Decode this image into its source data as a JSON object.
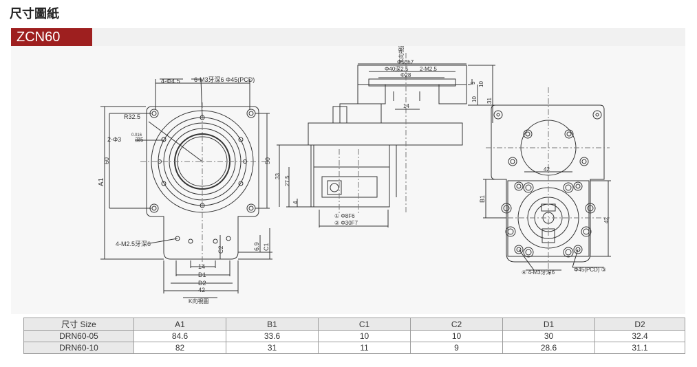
{
  "heading": "尺寸圖紙",
  "model": "ZCN60",
  "drawing": {
    "front": {
      "hole_spec": "4-Φ4.5",
      "thread_spec": "6-M3牙深6 Φ45(PCD)",
      "radius": "R32.5",
      "pin_spec": "2-Φ3",
      "pin_tol": "0.016",
      "pin_depth": "深5",
      "dim_60": "60",
      "dim_50": "50",
      "dim_a1": "A1",
      "bottom_thread": "4-M2.5牙深6",
      "dim_c2": "C2",
      "dim_69": "6.9",
      "dim_c1": "C1",
      "dim_14": "14",
      "dim_d1": "D1",
      "dim_d2": "D2",
      "dim_42": "42",
      "view_label": "K向視圖"
    },
    "side": {
      "k_view": "K向視圖",
      "phi50": "Φ50h7",
      "phi40": "Φ40深2.5",
      "m25": "2-M2.5",
      "phi28": "Φ28",
      "dim_5": "5",
      "dim_10a": "10",
      "dim_14": "14",
      "dim_10b": "10",
      "dim_31": "31",
      "dim_33": "33",
      "dim_275": "27.5",
      "dim_4": "4",
      "bore1": "① Φ8F6",
      "bore2": "② Φ30F7"
    },
    "right": {
      "dim_42a": "42",
      "dim_b1": "B1",
      "dim_42b": "42",
      "thread": "④ 4-M3牙深6",
      "pcd": "Φ45(PCD) ③"
    }
  },
  "table": {
    "headers": [
      "尺寸 Size",
      "A1",
      "B1",
      "C1",
      "C2",
      "D1",
      "D2"
    ],
    "rows": [
      [
        "DRN60-05",
        "84.6",
        "33.6",
        "10",
        "10",
        "30",
        "32.4"
      ],
      [
        "DRN60-10",
        "82",
        "31",
        "11",
        "9",
        "28.6",
        "31.1"
      ]
    ]
  }
}
